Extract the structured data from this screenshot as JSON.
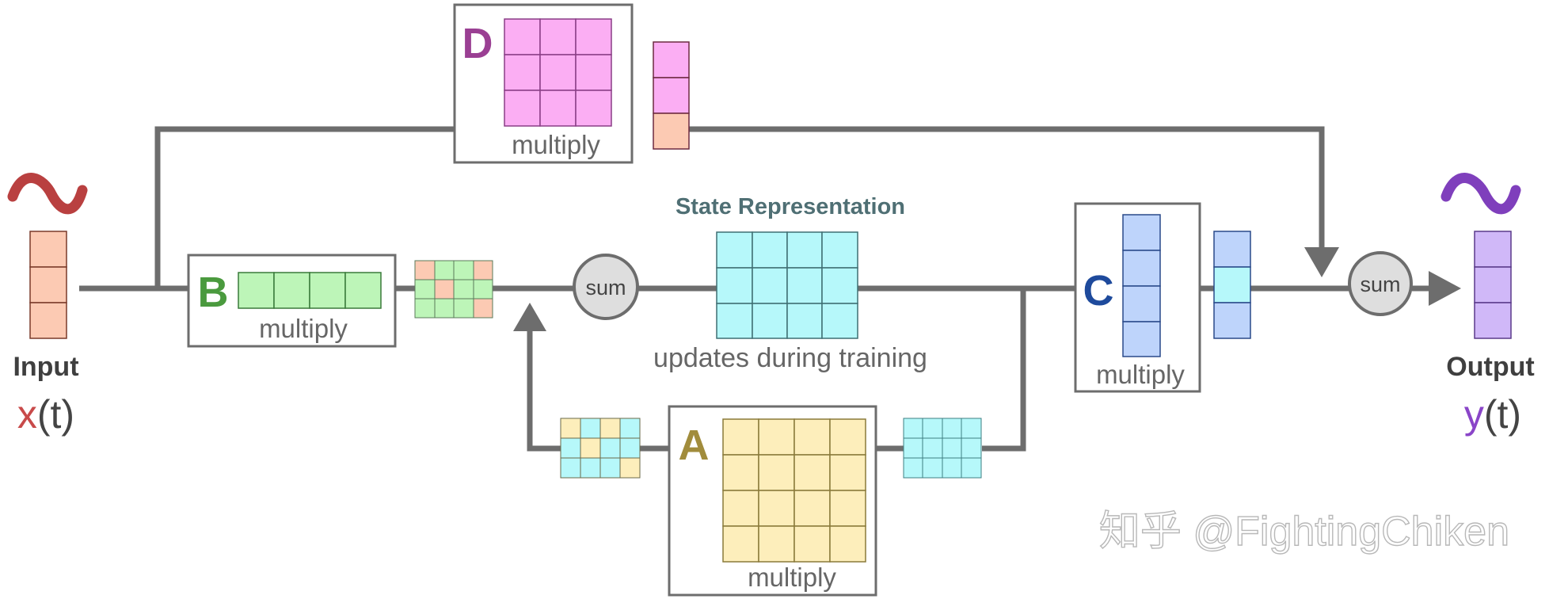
{
  "labels": {
    "input": "Input",
    "input_x": "x",
    "input_t": "(t)",
    "output": "Output",
    "output_y": "y",
    "output_t": "(t)",
    "state_title": "State Representation",
    "state_caption": "updates during training",
    "sum": "sum",
    "multiply": "multiply",
    "B": "B",
    "D": "D",
    "C": "C",
    "A": "A",
    "watermark": "知乎 @FightingChiken"
  },
  "colors": {
    "line": "#6d6d6d",
    "salmon": "#fccab3",
    "green": "#bdf5b8",
    "pink": "#fbaef3",
    "cyan": "#b6f8fa",
    "blue": "#bed4fb",
    "yellow": "#fdeebb",
    "lavender": "#d0b8f8",
    "B_letter": "#4a9a3e",
    "D_letter": "#9a3f93",
    "C_letter": "#1e4a9c",
    "A_letter": "#a18c3c",
    "input_wave": "#b94040",
    "output_wave": "#7f3fbc",
    "x_color": "#c84a4a",
    "y_color": "#8a45c8",
    "state_title": "#4f6f74"
  }
}
